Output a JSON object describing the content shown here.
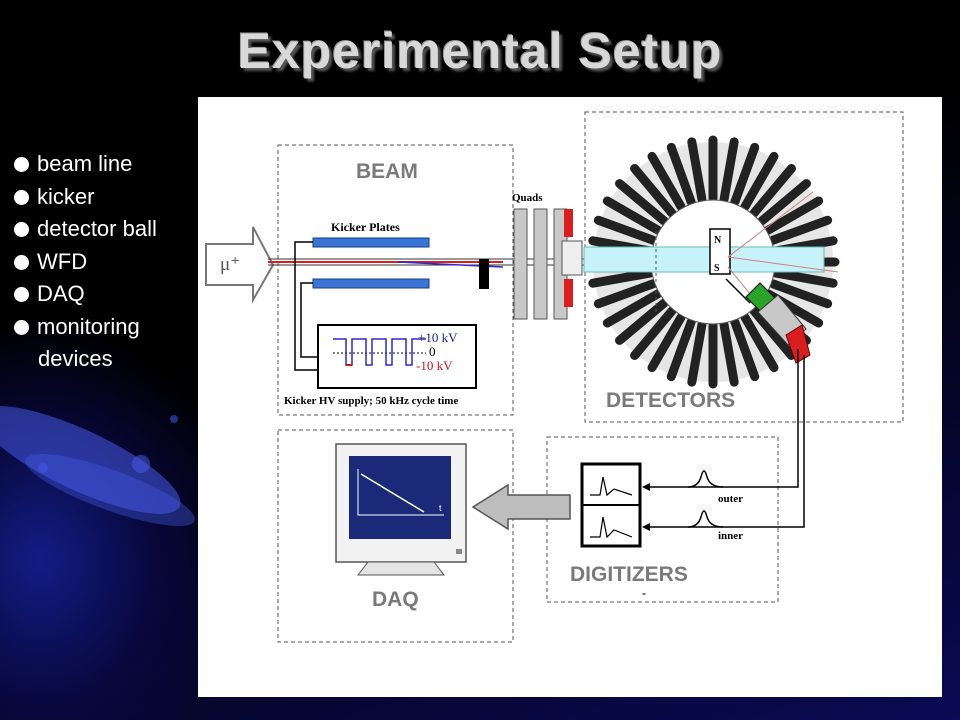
{
  "slide": {
    "title": "Experimental Setup",
    "bullets": [
      "beam line",
      "kicker",
      "detector ball",
      "WFD",
      "DAQ",
      "monitoring"
    ],
    "bullet_continuation": "devices"
  },
  "diagram": {
    "sections": {
      "beam": "BEAM",
      "detectors": "DETECTORS",
      "digitizers": "DIGITIZERS",
      "daq": "DAQ"
    },
    "beam_particle": "μ⁺",
    "kicker_plates": "Kicker Plates",
    "quads": "Quads",
    "hv_plus": "+10 kV",
    "hv_zero": "0",
    "hv_minus": "-10 kV",
    "hv_caption": "Kicker HV supply; 50 kHz cycle time",
    "monitor_axis_label": "t",
    "signal_outer": "outer",
    "signal_inner": "inner",
    "digitizer_mark": "-",
    "detector_labels": [
      "N",
      "S"
    ],
    "colors": {
      "plate_blue": "#3a74d4",
      "beam_red": "#d81e1e",
      "target_cyan": "#c8f2fa",
      "screen_navy": "#1b2a78",
      "detector_green": "#2aa32a",
      "text_blue": "#1a1aa0",
      "text_red": "#c81414"
    }
  }
}
